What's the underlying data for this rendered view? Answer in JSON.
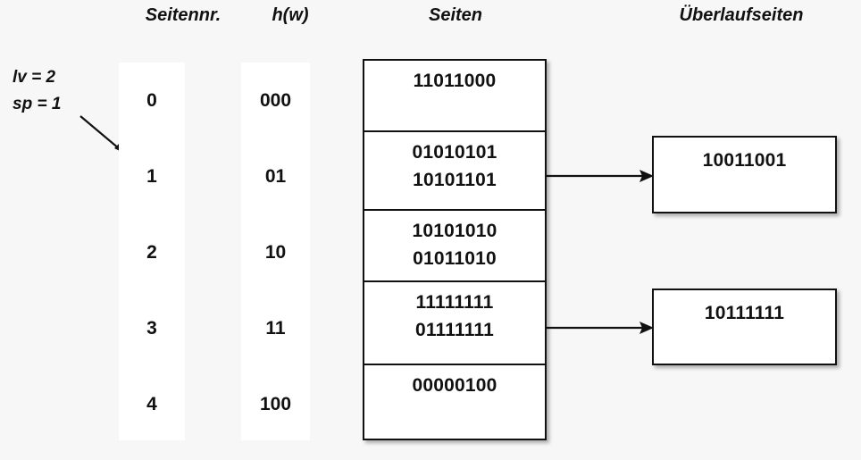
{
  "headers": {
    "seitennr": "Seitennr.",
    "hw": "h(w)",
    "seiten": "Seiten",
    "ueberlaufseiten": "Überlaufseiten"
  },
  "params": {
    "lv": "lv = 2",
    "sp": "sp = 1"
  },
  "colors": {
    "background": "#f7f7f7",
    "column_fill": "#ffffff",
    "stroke": "#111111"
  },
  "rows": [
    {
      "seitennr": "0",
      "hw": "000",
      "page_lines": [
        "11011000"
      ],
      "overflow": null
    },
    {
      "seitennr": "1",
      "hw": "01",
      "page_lines": [
        "01010101",
        "10101101"
      ],
      "overflow": "10011001"
    },
    {
      "seitennr": "2",
      "hw": "10",
      "page_lines": [
        "10101010",
        "01011010"
      ],
      "overflow": null
    },
    {
      "seitennr": "3",
      "hw": "11",
      "page_lines": [
        "11111111",
        "01111111"
      ],
      "overflow": "10111111"
    },
    {
      "seitennr": "4",
      "hw": "100",
      "page_lines": [
        "00000100"
      ],
      "overflow": null
    }
  ],
  "overflow_pages": [
    {
      "value": "10011001"
    },
    {
      "value": "10111111"
    }
  ]
}
